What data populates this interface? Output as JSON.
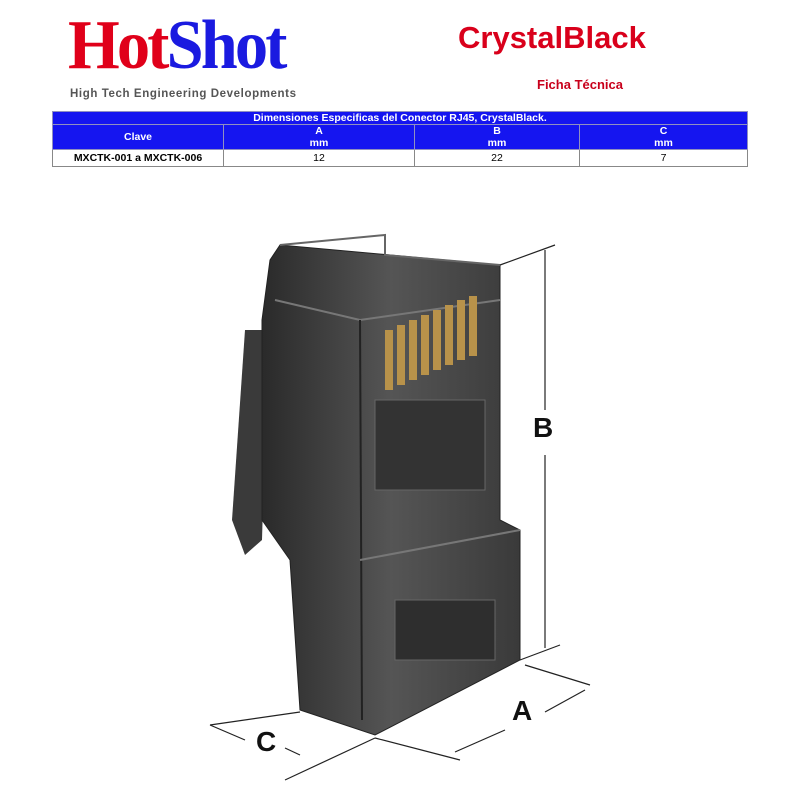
{
  "logo": {
    "part1": "Hot",
    "part2": "Shot",
    "tagline": "High Tech Engineering Developments"
  },
  "product": "CrystalBlack",
  "subtitle": "Ficha Técnica",
  "table": {
    "title": "Dimensiones Especificas del Conector RJ45, CrystalBlack.",
    "headers": [
      {
        "label": "Clave"
      },
      {
        "label": "A",
        "unit": "mm"
      },
      {
        "label": "B",
        "unit": "mm"
      },
      {
        "label": "C",
        "unit": "mm"
      }
    ],
    "rows": [
      {
        "key": "MXCTK-001 a MXCTK-006",
        "a": "12",
        "b": "22",
        "c": "7"
      }
    ]
  },
  "dimensions": {
    "a": "A",
    "b": "B",
    "c": "C"
  },
  "colors": {
    "red": "#e0001a",
    "blue": "#1a1ae0",
    "header_bg": "#1515f0"
  }
}
